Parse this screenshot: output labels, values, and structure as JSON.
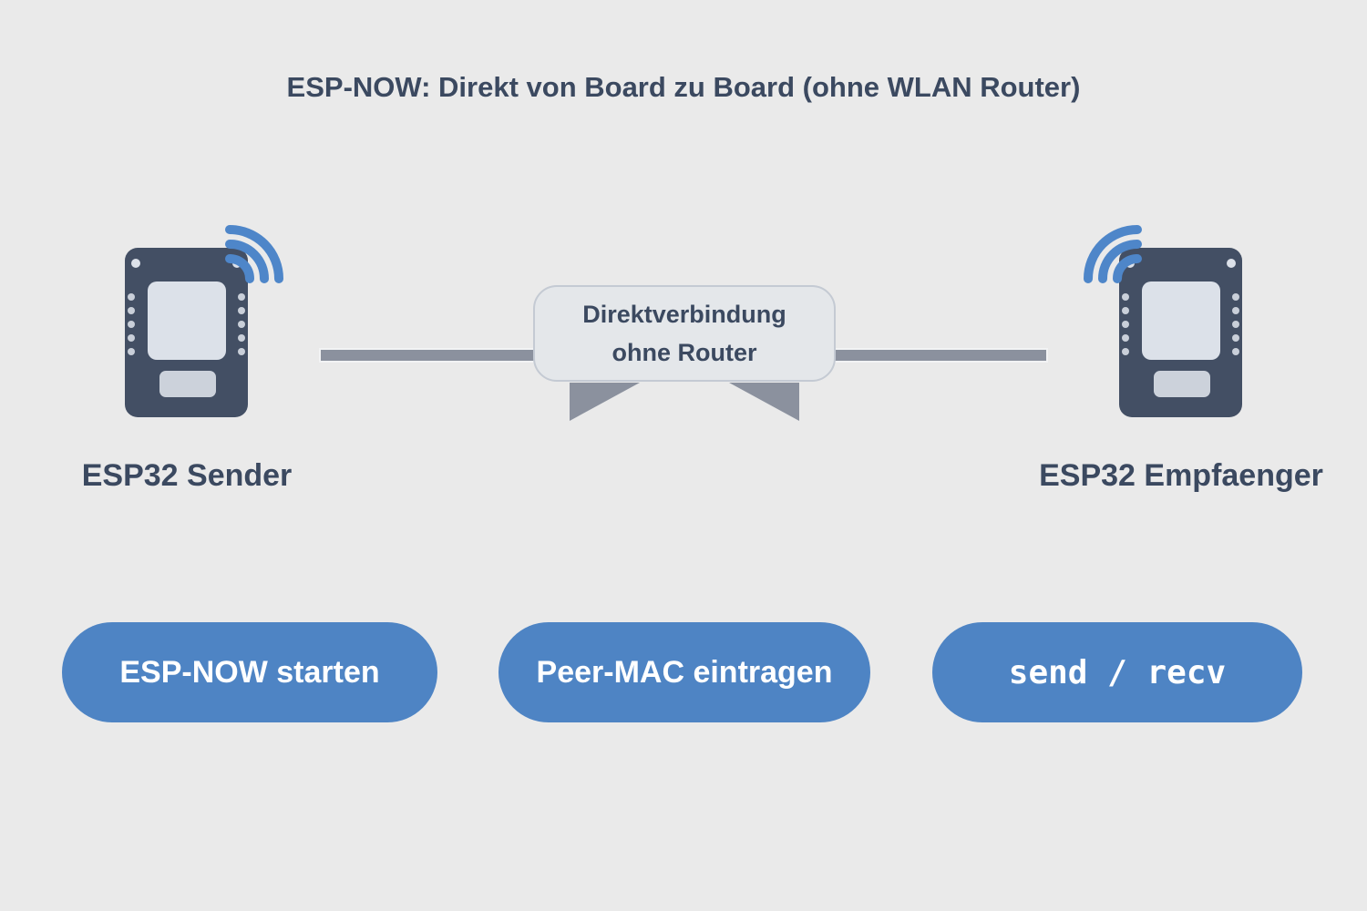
{
  "title": "ESP-NOW: Direkt von Board zu Board (ohne WLAN Router)",
  "boards": {
    "sender": {
      "label": "ESP32 Sender"
    },
    "receiver": {
      "label": "ESP32 Empfaenger"
    }
  },
  "connection": {
    "callout_line1": "Direktverbindung",
    "callout_line2": "ohne Router"
  },
  "steps": [
    {
      "label": "ESP-NOW starten"
    },
    {
      "label": "Peer-MAC eintragen"
    },
    {
      "label": "send / recv"
    }
  ],
  "colors": {
    "background": "#eaeaea",
    "text_dark": "#3b4960",
    "board_body": "#434f64",
    "board_chip": "#dce1e9",
    "board_module": "#ccd2db",
    "board_pins": "#c9cfd9",
    "wifi_blue": "#4e86c9",
    "connection_gray": "#8b919e",
    "callout_bg": "#e4e7ea",
    "callout_border": "#c4cad3",
    "pill_blue": "#4e84c4",
    "pill_text": "#ffffff"
  }
}
